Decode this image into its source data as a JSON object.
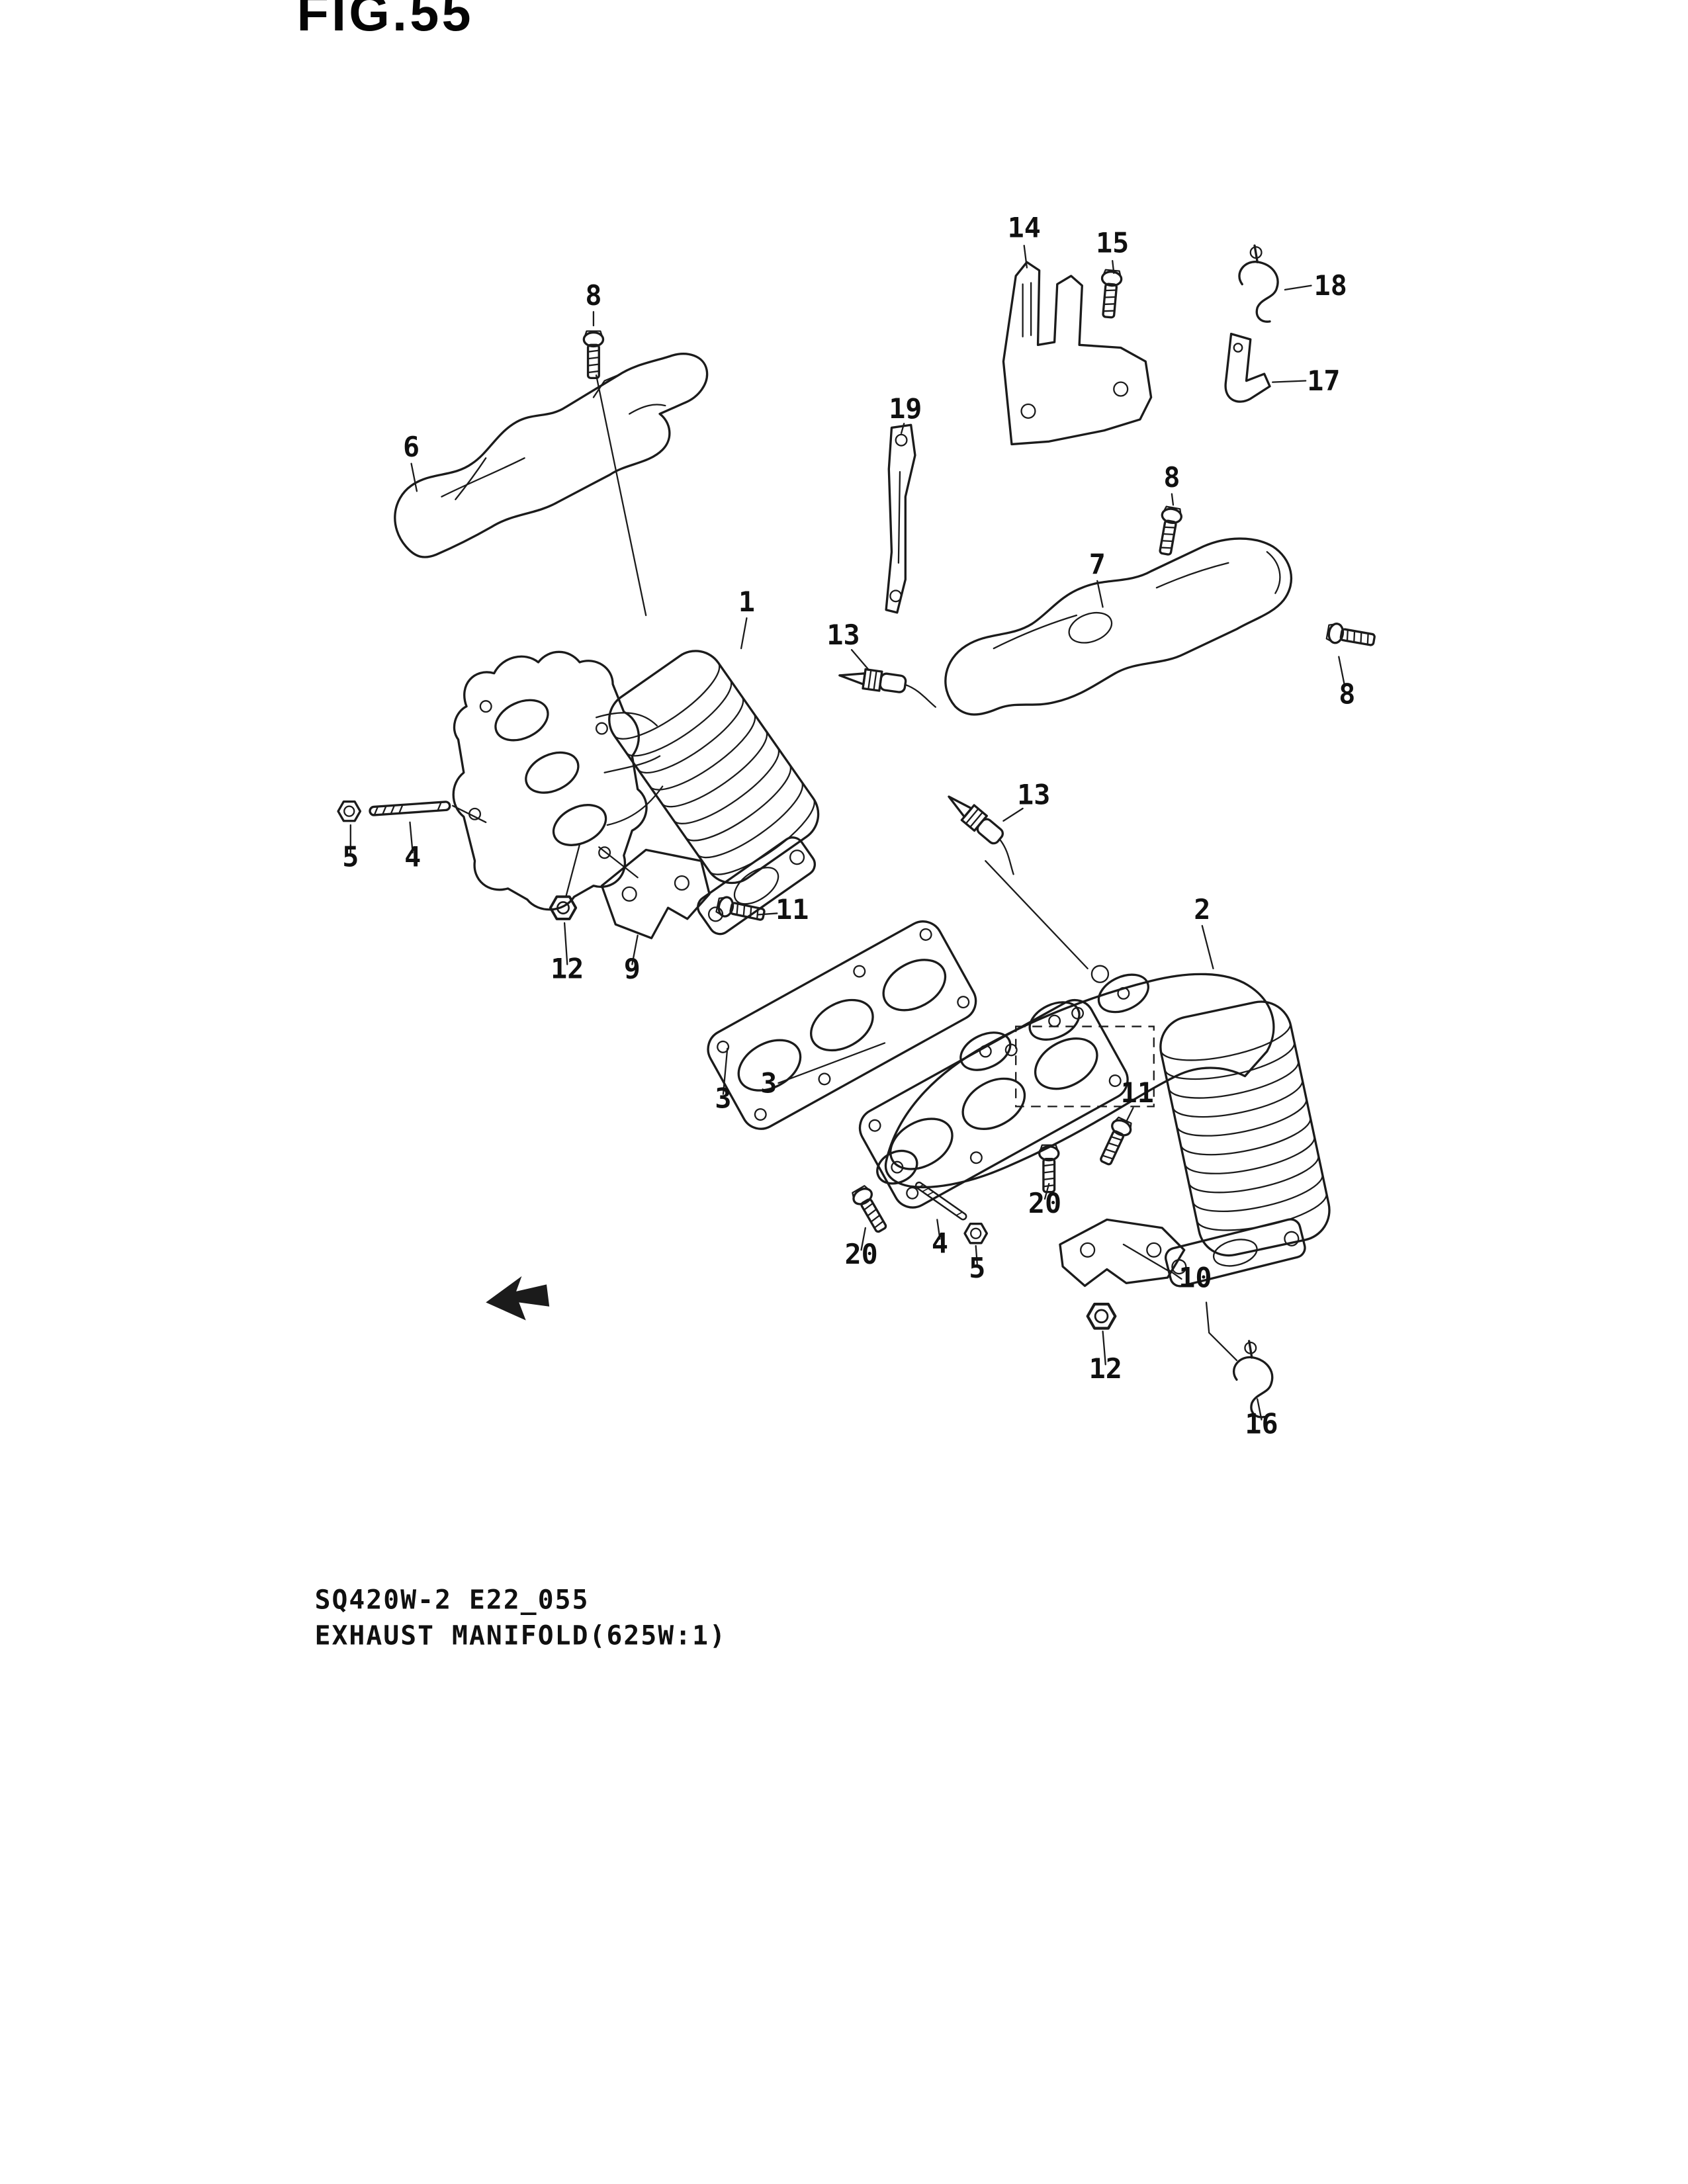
{
  "figure": {
    "title": "FIG.55",
    "code": "SQ420W-2 E22_055",
    "caption": "EXHAUST MANIFOLD(625W:1)"
  },
  "colors": {
    "ink": "#1b1b1b",
    "paper": "#ffffff"
  },
  "callouts": [
    {
      "label": "14"
    },
    {
      "label": "15"
    },
    {
      "label": "18"
    },
    {
      "label": "17"
    },
    {
      "label": "8"
    },
    {
      "label": "19"
    },
    {
      "label": "6"
    },
    {
      "label": "8"
    },
    {
      "label": "7"
    },
    {
      "label": "1"
    },
    {
      "label": "13"
    },
    {
      "label": "8"
    },
    {
      "label": "13"
    },
    {
      "label": "5"
    },
    {
      "label": "4"
    },
    {
      "label": "2"
    },
    {
      "label": "11"
    },
    {
      "label": "12"
    },
    {
      "label": "9"
    },
    {
      "label": "3"
    },
    {
      "label": "3"
    },
    {
      "label": "11"
    },
    {
      "label": "20"
    },
    {
      "label": "20"
    },
    {
      "label": "4"
    },
    {
      "label": "5"
    },
    {
      "label": "10"
    },
    {
      "label": "12"
    },
    {
      "label": "16"
    }
  ]
}
